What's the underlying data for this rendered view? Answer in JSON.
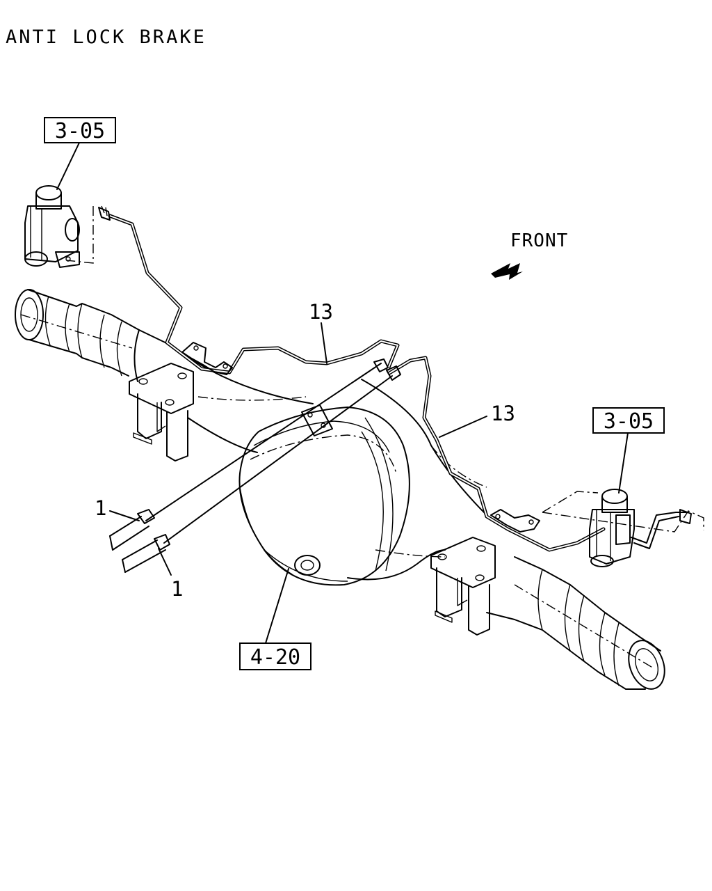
{
  "title": "ANTI LOCK BRAKE",
  "direction": {
    "label": "FRONT",
    "arrow_icon": "arrow-front-icon"
  },
  "ref_boxes": {
    "abs_valve_left": "3-05",
    "abs_valve_right": "3-05",
    "axle_housing": "4-20"
  },
  "callouts": {
    "pipe_upper": "13",
    "pipe_lower": "13",
    "sensor_upper": "1",
    "sensor_lower": "1"
  }
}
